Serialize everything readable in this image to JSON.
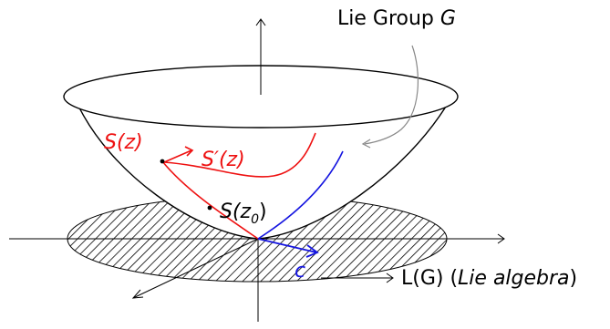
{
  "labels": {
    "lie_group_prefix": "Lie Group ",
    "lie_group_symbol": "G",
    "s_z": "S(z)",
    "s_prime_z": "S′(z)",
    "s_z0_main": "S(z",
    "s_z0_sub": "0",
    "s_z0_close": ")",
    "c": "c",
    "lg_main": "L(G) (",
    "lg_italic": "Lie algebra",
    "lg_close": ")"
  },
  "colors": {
    "curve_red": "#ee1111",
    "curve_blue": "#1515e0",
    "annotation_gray": "#888888",
    "line_black": "#000000"
  }
}
